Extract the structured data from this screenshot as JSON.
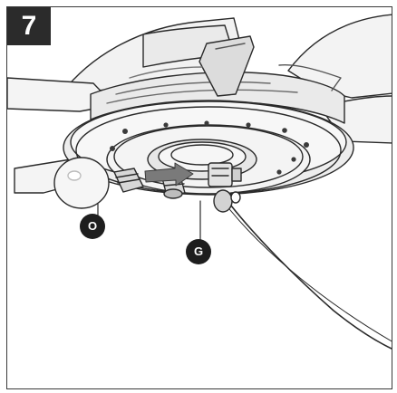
{
  "step": {
    "number": "7"
  },
  "callouts": {
    "bulb_label": "O",
    "socket_label": "G"
  },
  "colors": {
    "badge": "#2b2b2b",
    "line": "#2a2a2a",
    "light_gray": "#eaeaea",
    "mid_gray": "#cfcfcf",
    "arrow": "#7a7a7a"
  },
  "icons": {
    "arrow": "right-arrow-icon"
  }
}
